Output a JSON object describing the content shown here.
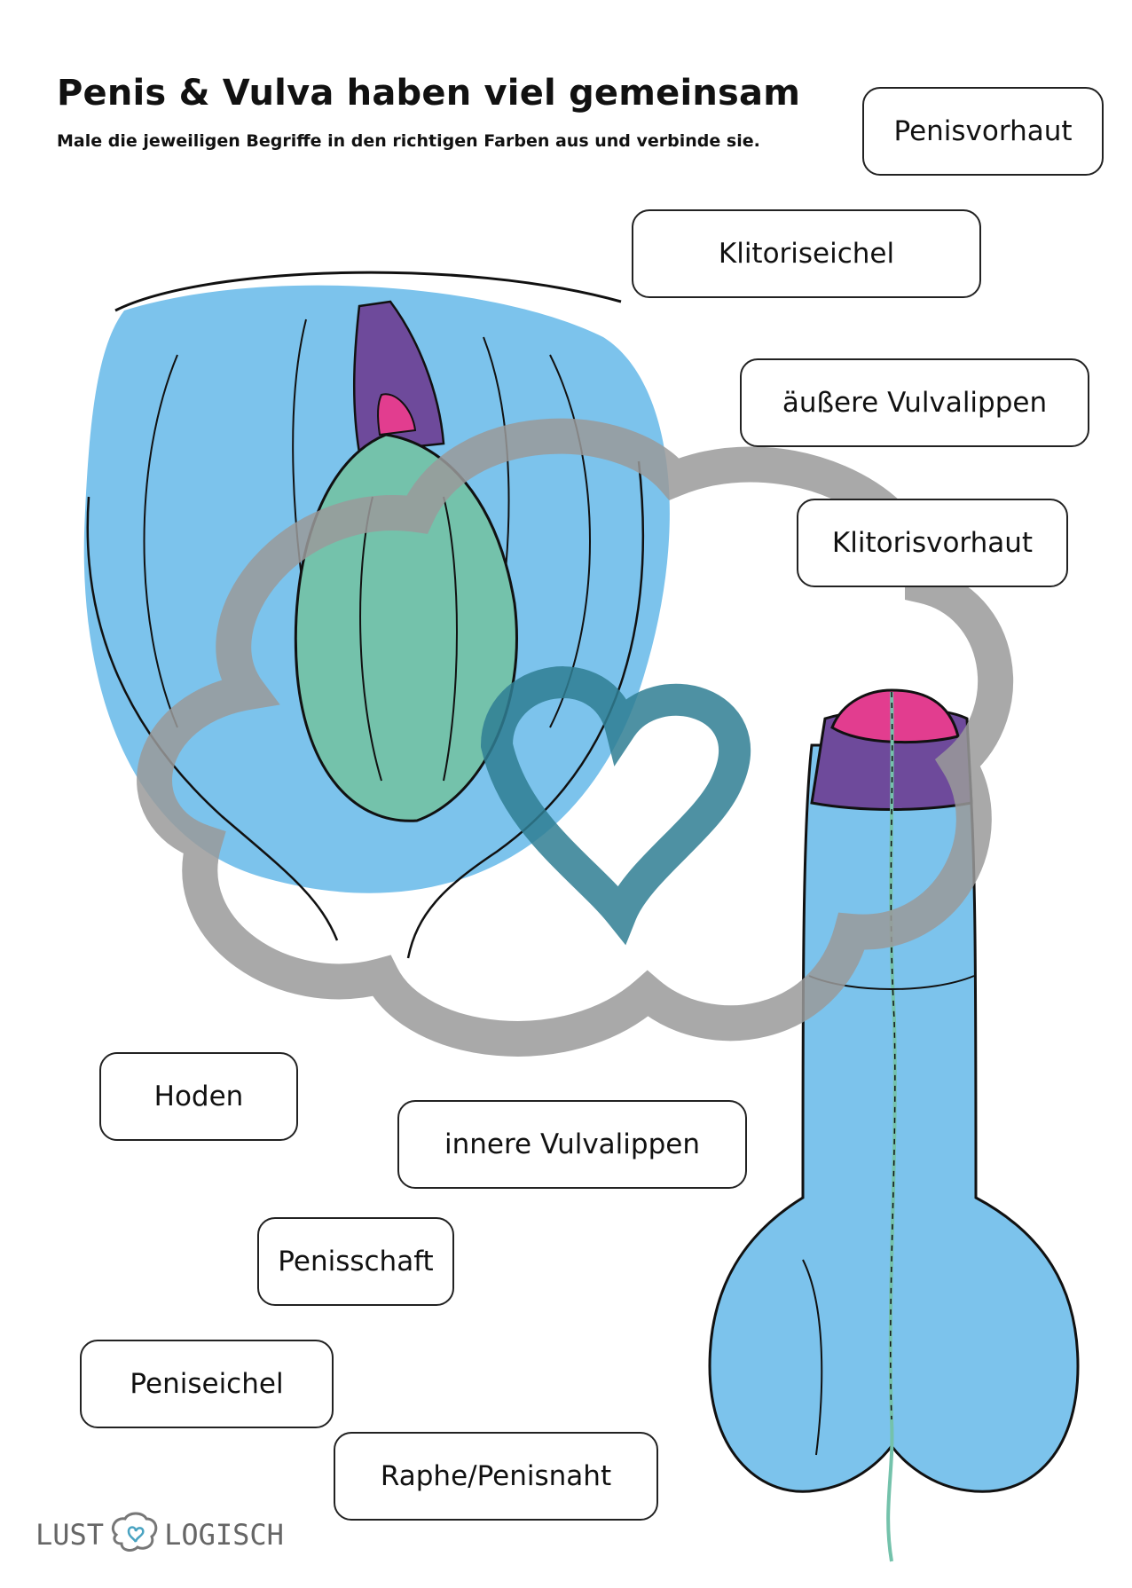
{
  "header": {
    "title": "Penis & Vulva haben viel gemeinsam",
    "subtitle": "Male die jeweiligen Begriffe in den richtigen Farben aus und verbinde sie."
  },
  "labels": [
    {
      "key": "penisvorhaut",
      "text": "Penisvorhaut"
    },
    {
      "key": "klitoriseichel",
      "text": "Klitoriseichel"
    },
    {
      "key": "aeussere-vulvalippen",
      "text": "äußere Vulvalippen"
    },
    {
      "key": "klitorisvorhaut",
      "text": "Klitorisvorhaut"
    },
    {
      "key": "hoden",
      "text": "Hoden"
    },
    {
      "key": "innere-vulvalippen",
      "text": "innere Vulvalippen"
    },
    {
      "key": "penisschaft",
      "text": "Penisschaft"
    },
    {
      "key": "peniseichel",
      "text": "Peniseichel"
    },
    {
      "key": "raphe-penisnaht",
      "text": "Raphe/Penisnaht"
    }
  ],
  "logo": {
    "left_text": "LUST",
    "right_text": "LOGISCH"
  },
  "colors": {
    "blue": "#7cc3ec",
    "green": "#74c2ab",
    "purple": "#6e4a9b",
    "pink": "#e23d8f",
    "watermark_gray": "#9a9a9a",
    "watermark_teal": "#2f7e93"
  }
}
